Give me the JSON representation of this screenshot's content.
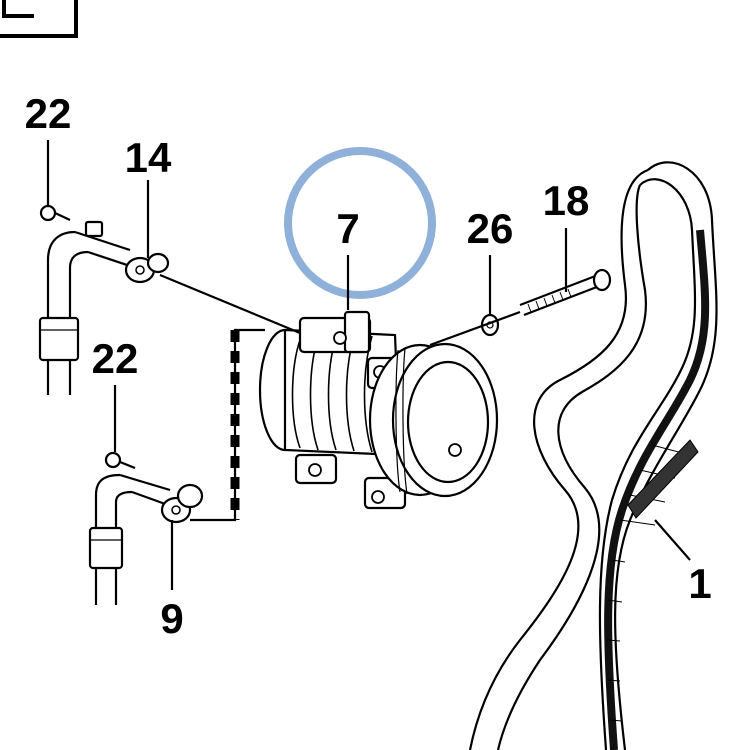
{
  "diagram": {
    "highlight_color": "#8fb0d8",
    "callouts": [
      {
        "id": "22a",
        "label": "22"
      },
      {
        "id": "14",
        "label": "14"
      },
      {
        "id": "7",
        "label": "7"
      },
      {
        "id": "26",
        "label": "26"
      },
      {
        "id": "18",
        "label": "18"
      },
      {
        "id": "22b",
        "label": "22"
      },
      {
        "id": "9",
        "label": "9"
      },
      {
        "id": "1",
        "label": "1"
      }
    ]
  }
}
